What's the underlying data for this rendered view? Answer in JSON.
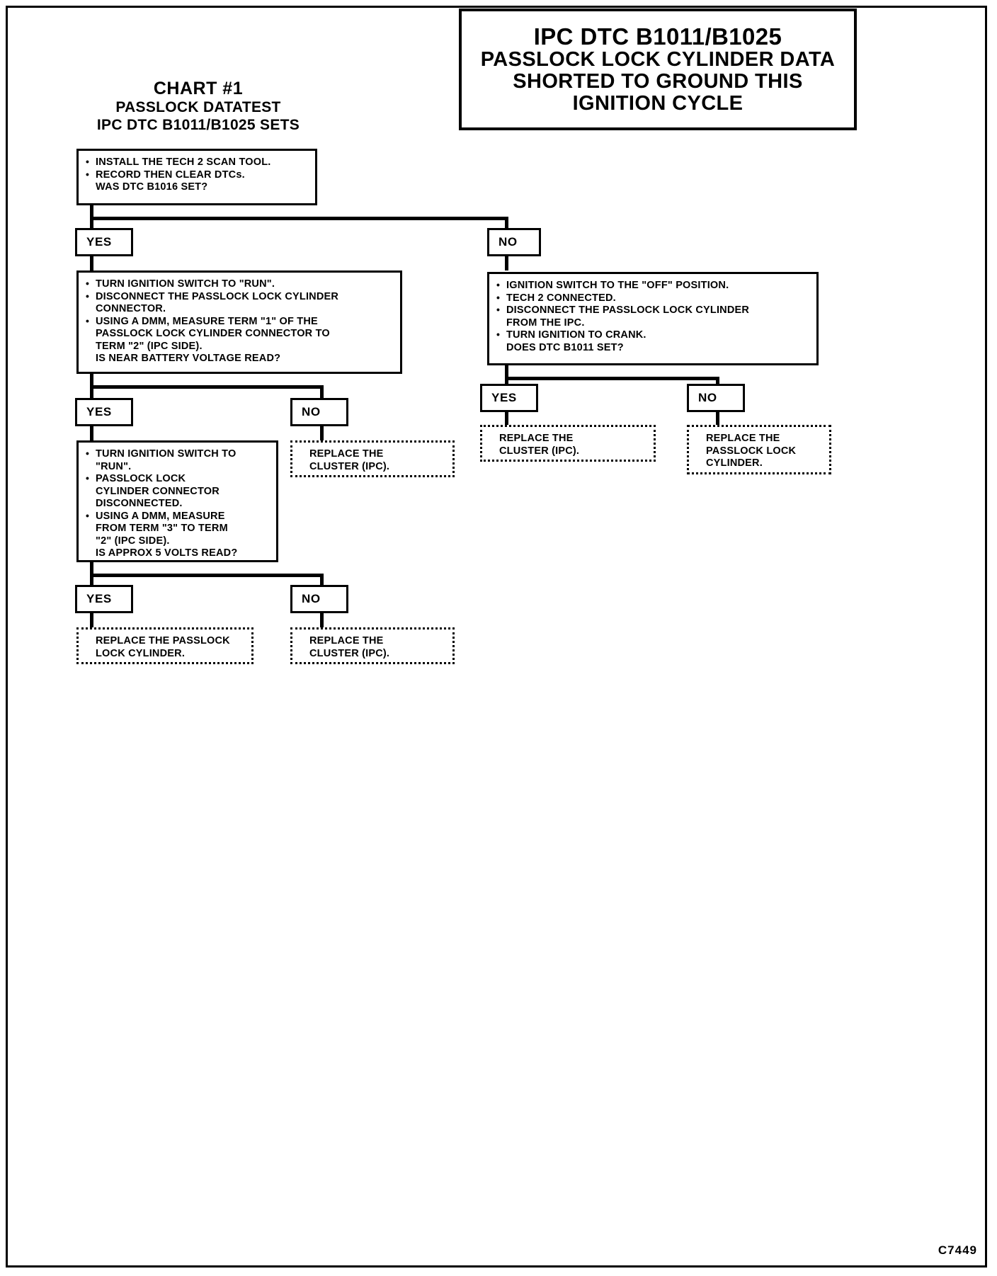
{
  "header": {
    "lines": [
      "IPC DTC B1011/B1025",
      "PASSLOCK LOCK CYLINDER DATA",
      "SHORTED TO GROUND THIS",
      "IGNITION CYCLE"
    ]
  },
  "chart_title": {
    "line1": "CHART #1",
    "line2": "PASSLOCK DATATEST",
    "line3": "IPC DTC B1011/B1025 SETS"
  },
  "nodes": {
    "start": {
      "name": "install-tech2-step",
      "lines": [
        {
          "bullet": true,
          "text": "INSTALL THE TECH 2 SCAN TOOL."
        },
        {
          "bullet": true,
          "text": "RECORD THEN CLEAR DTCs."
        },
        {
          "bullet": false,
          "text": "WAS DTC B1016 SET?"
        }
      ]
    },
    "left_test": {
      "name": "left-dmm-term1-step",
      "lines": [
        {
          "bullet": true,
          "text": "TURN IGNITION SWITCH TO \"RUN\"."
        },
        {
          "bullet": true,
          "text": "DISCONNECT THE PASSLOCK LOCK CYLINDER"
        },
        {
          "bullet": false,
          "text": "CONNECTOR."
        },
        {
          "bullet": true,
          "text": "USING A DMM, MEASURE TERM \"1\" OF THE"
        },
        {
          "bullet": false,
          "text": "PASSLOCK LOCK CYLINDER CONNECTOR TO"
        },
        {
          "bullet": false,
          "text": "TERM \"2\" (IPC SIDE)."
        },
        {
          "bullet": false,
          "text": "IS NEAR BATTERY VOLTAGE READ?"
        }
      ]
    },
    "right_test": {
      "name": "right-crank-dtc-step",
      "lines": [
        {
          "bullet": true,
          "text": "IGNITION SWITCH TO THE \"OFF\" POSITION."
        },
        {
          "bullet": true,
          "text": "TECH 2 CONNECTED."
        },
        {
          "bullet": true,
          "text": "DISCONNECT THE PASSLOCK LOCK CYLINDER"
        },
        {
          "bullet": false,
          "text": "FROM THE IPC."
        },
        {
          "bullet": true,
          "text": "TURN IGNITION TO CRANK."
        },
        {
          "bullet": false,
          "text": "DOES DTC B1011 SET?"
        }
      ]
    },
    "left_test2": {
      "name": "left-dmm-term3-step",
      "lines": [
        {
          "bullet": true,
          "text": "TURN IGNITION SWITCH TO"
        },
        {
          "bullet": false,
          "text": "\"RUN\"."
        },
        {
          "bullet": true,
          "text": "PASSLOCK LOCK"
        },
        {
          "bullet": false,
          "text": "CYLINDER CONNECTOR"
        },
        {
          "bullet": false,
          "text": "DISCONNECTED."
        },
        {
          "bullet": true,
          "text": "USING A DMM, MEASURE"
        },
        {
          "bullet": false,
          "text": "FROM TERM \"3\" TO TERM"
        },
        {
          "bullet": false,
          "text": "\"2\" (IPC SIDE)."
        },
        {
          "bullet": false,
          "text": "IS APPROX 5 VOLTS READ?"
        }
      ]
    },
    "result_replace_cluster_1": {
      "name": "result-replace-cluster-left",
      "lines": [
        {
          "bullet": false,
          "text": "REPLACE THE"
        },
        {
          "bullet": false,
          "text": "CLUSTER (IPC)."
        }
      ]
    },
    "result_replace_cluster_2": {
      "name": "result-replace-cluster-right-yes",
      "lines": [
        {
          "bullet": false,
          "text": "REPLACE THE"
        },
        {
          "bullet": false,
          "text": "CLUSTER (IPC)."
        }
      ]
    },
    "result_replace_passlock_1": {
      "name": "result-replace-passlock-right-no",
      "lines": [
        {
          "bullet": false,
          "text": "REPLACE THE"
        },
        {
          "bullet": false,
          "text": "PASSLOCK LOCK"
        },
        {
          "bullet": false,
          "text": "CYLINDER."
        }
      ]
    },
    "result_replace_passlock_2": {
      "name": "result-replace-passlock-bottom-yes",
      "lines": [
        {
          "bullet": false,
          "text": "REPLACE THE PASSLOCK"
        },
        {
          "bullet": false,
          "text": "LOCK CYLINDER."
        }
      ]
    },
    "result_replace_cluster_3": {
      "name": "result-replace-cluster-bottom-no",
      "lines": [
        {
          "bullet": false,
          "text": "REPLACE THE"
        },
        {
          "bullet": false,
          "text": "CLUSTER (IPC)."
        }
      ]
    }
  },
  "branches": {
    "yes_1": "YES",
    "no_1": "NO",
    "yes_2": "YES",
    "no_2": "NO",
    "yes_3": "YES",
    "no_3": "NO",
    "yes_4": "YES",
    "no_4": "NO"
  },
  "footer": {
    "code": "C7449"
  }
}
